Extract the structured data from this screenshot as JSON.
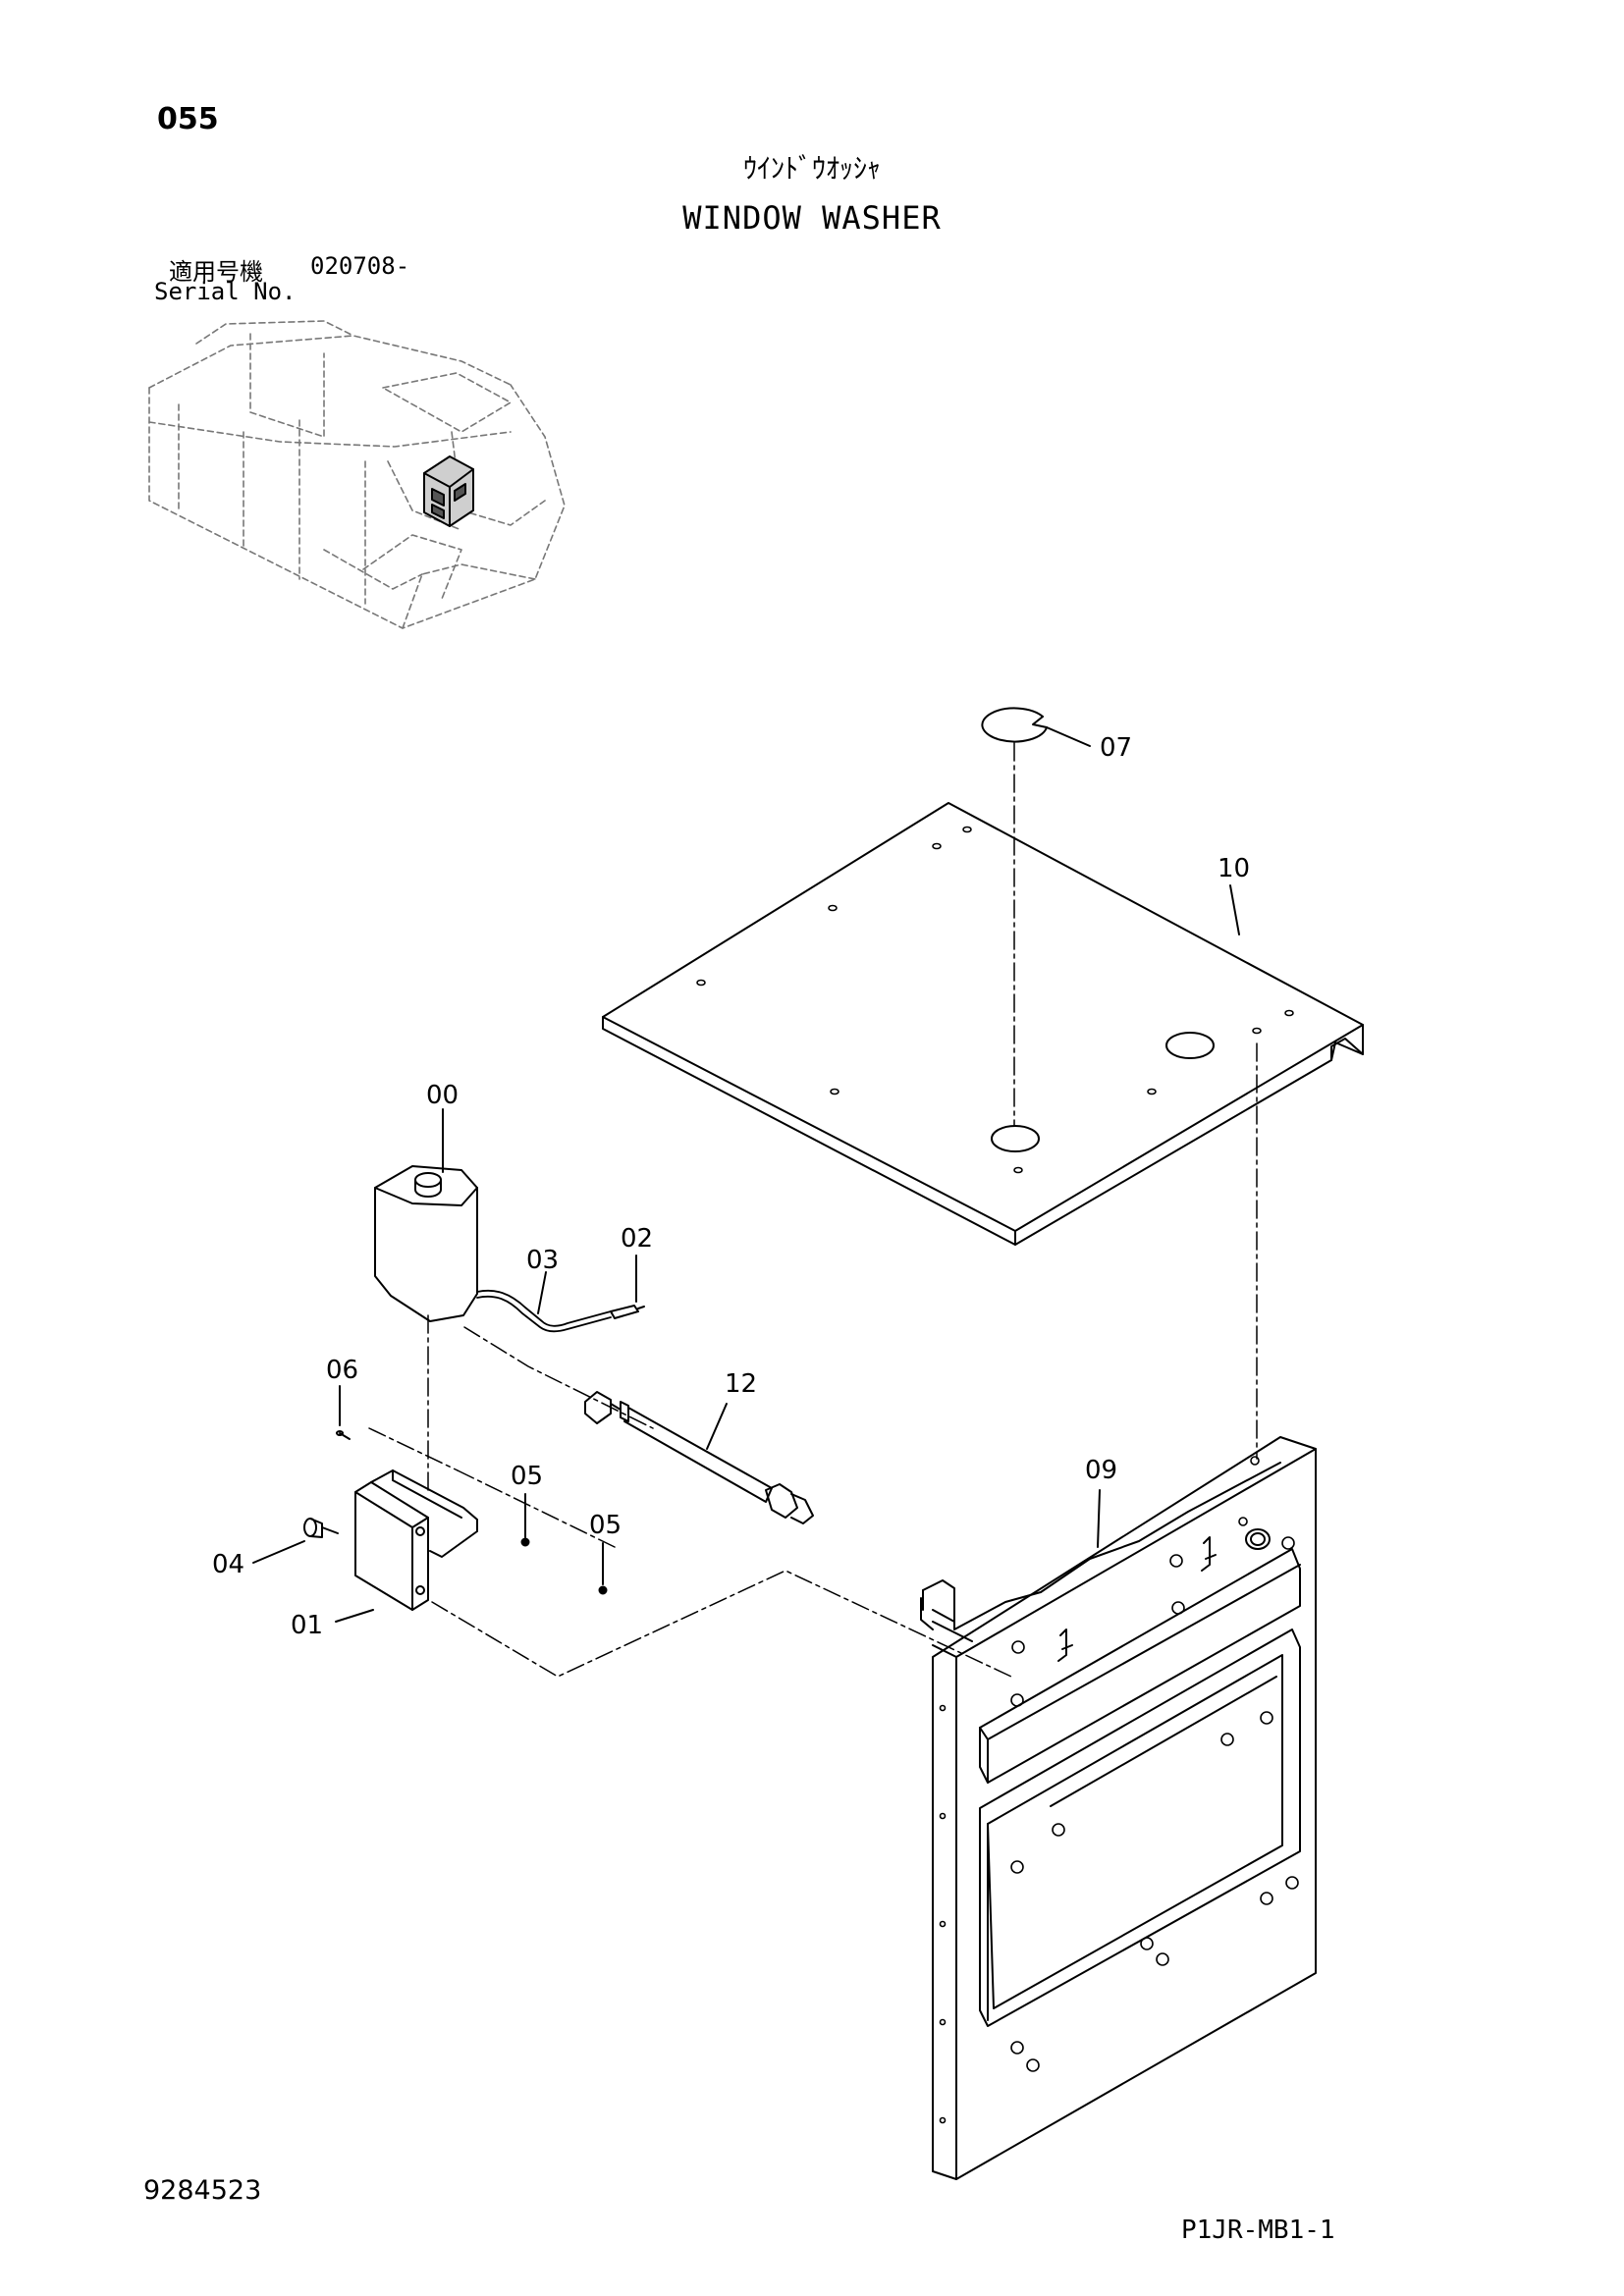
{
  "header": {
    "page_number": "055",
    "title_jp": "ｳｲﾝﾄﾞｳｵｯｼｬ",
    "title_en": "WINDOW WASHER",
    "serial_label_jp": "適用号機",
    "serial_value": "020708-",
    "serial_label_en": "Serial No."
  },
  "callouts": [
    {
      "id": "07",
      "text": "07"
    },
    {
      "id": "10",
      "text": "10"
    },
    {
      "id": "00",
      "text": "00"
    },
    {
      "id": "02",
      "text": "02"
    },
    {
      "id": "03",
      "text": "03"
    },
    {
      "id": "06",
      "text": "06"
    },
    {
      "id": "12",
      "text": "12"
    },
    {
      "id": "05a",
      "text": "05"
    },
    {
      "id": "05b",
      "text": "05"
    },
    {
      "id": "09",
      "text": "09"
    },
    {
      "id": "04",
      "text": "04"
    },
    {
      "id": "01",
      "text": "01"
    }
  ],
  "footer": {
    "document_number": "9284523",
    "page_code": "P1JR-MB1-1"
  }
}
